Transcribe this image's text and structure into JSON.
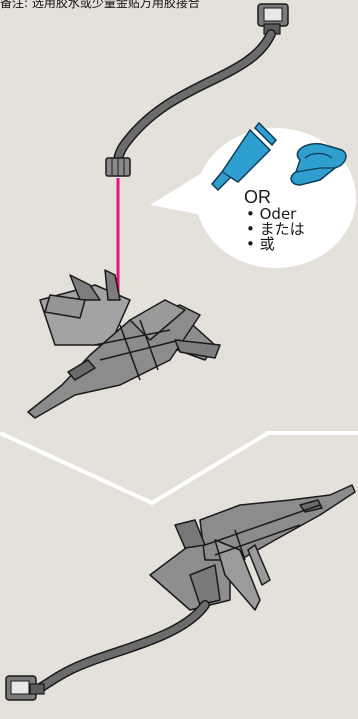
{
  "header": {
    "note": "备注: 选用胶水或少量金贴万用胶接合"
  },
  "callout": {
    "or_label": "OR",
    "alternatives": [
      "• Oder",
      "• または",
      "• 或"
    ]
  },
  "colors": {
    "background": "#e4e1da",
    "arrow": "#e6137d",
    "accent_blue": "#2f9fd0",
    "model_gray": "#8c8c8c",
    "stand_gray": "#6c6c6c"
  },
  "icons": [
    "glue-tube-icon",
    "adhesive-putty-icon",
    "arrow-down-icon"
  ]
}
